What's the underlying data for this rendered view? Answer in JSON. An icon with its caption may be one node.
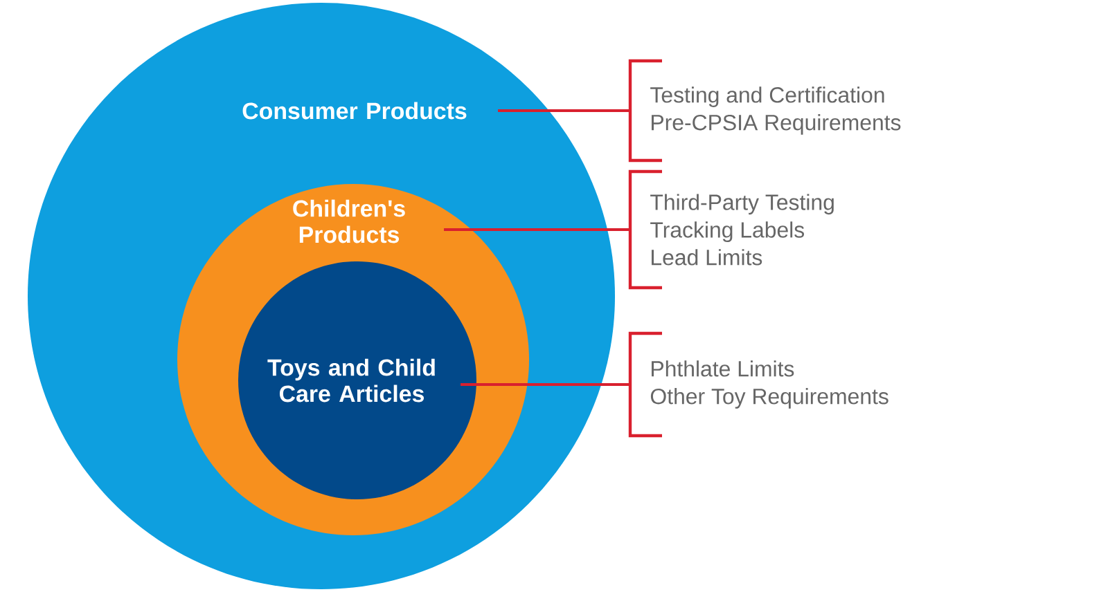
{
  "diagram": {
    "nodes": [
      {
        "text": [
          "Consumer Products"
        ]
      },
      {
        "text": [
          "Children's Products"
        ],
        "in": 0
      },
      {
        "text": [
          "Toys and Child Care Articles"
        ],
        "in": 1
      },
      {
        "text": [
          "Testing and Certification",
          "Pre-CPSIA Requirements"
        ]
      },
      {
        "text": [
          "Third-Party Testing",
          "Tracking Labels",
          "Lead Limits"
        ]
      },
      {
        "text": [
          "Phthlate Limits",
          "Other Toy Requirements"
        ]
      }
    ],
    "edges": [
      {
        "from": 0,
        "to": 3,
        "arrow": "none"
      },
      {
        "from": 1,
        "to": 4,
        "arrow": "none"
      },
      {
        "from": 2,
        "to": 5,
        "arrow": "none"
      }
    ]
  }
}
